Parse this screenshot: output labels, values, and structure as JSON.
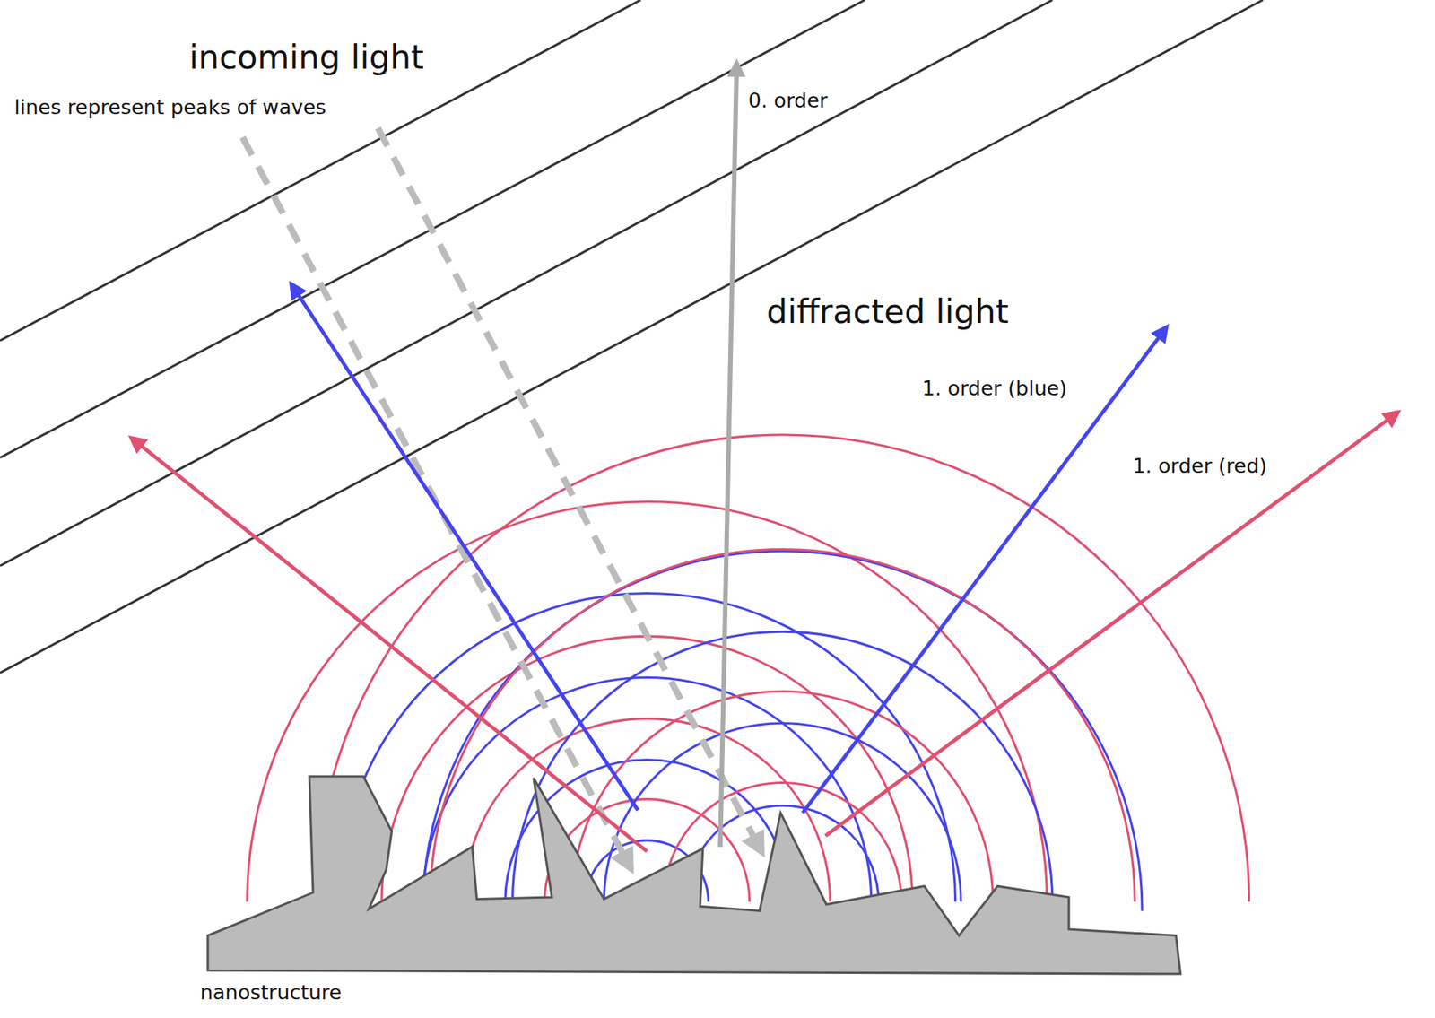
{
  "diagram": {
    "labels": [
      "incoming light",
      "lines represent peaks of waves",
      "0. order",
      "diffracted light",
      "1. order (blue)",
      "1. order (red)",
      "nanostructure"
    ]
  }
}
